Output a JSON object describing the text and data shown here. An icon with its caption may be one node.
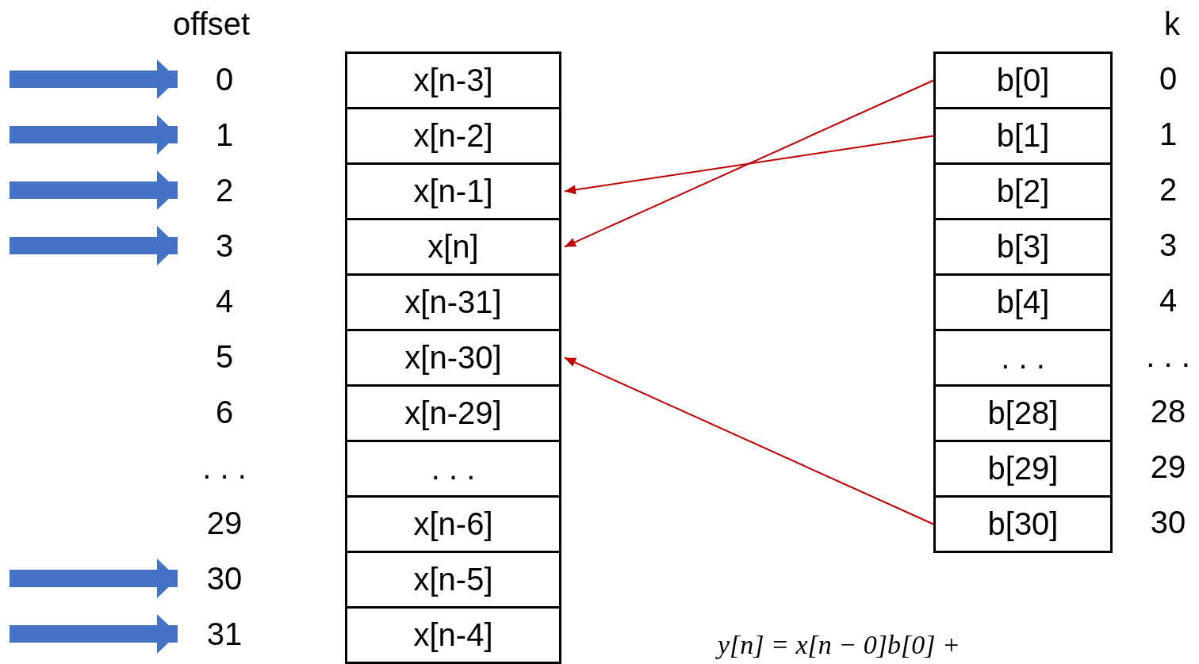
{
  "diagram": {
    "nodes": [
      {
        "text": [
          "0"
        ]
      },
      {
        "text": [
          "1"
        ]
      },
      {
        "text": [
          "2"
        ]
      },
      {
        "text": [
          "3"
        ]
      },
      {
        "text": [
          "4"
        ]
      },
      {
        "text": [
          "5"
        ]
      },
      {
        "text": [
          "6"
        ]
      },
      {
        "text": [
          ". . ."
        ]
      },
      {
        "text": [
          "29"
        ]
      },
      {
        "text": [
          "30"
        ]
      },
      {
        "text": [
          "31"
        ]
      },
      {
        "text": [
          "x[n-3]"
        ]
      },
      {
        "text": [
          "x[n-2]"
        ]
      },
      {
        "text": [
          "x[n-1]"
        ]
      },
      {
        "text": [
          "x[n]"
        ]
      },
      {
        "text": [
          "x[n-31]"
        ]
      },
      {
        "text": [
          "x[n-30]"
        ]
      },
      {
        "text": [
          "x[n-29]"
        ]
      },
      {
        "text": [
          ". . ."
        ]
      },
      {
        "text": [
          "x[n-6]"
        ]
      },
      {
        "text": [
          "x[n-5]"
        ]
      },
      {
        "text": [
          "x[n-4]"
        ]
      },
      {
        "text": [
          "b[0]"
        ]
      },
      {
        "text": [
          "b[1]"
        ]
      },
      {
        "text": [
          "b[2]"
        ]
      },
      {
        "text": [
          "b[3]"
        ]
      },
      {
        "text": [
          "b[4]"
        ]
      },
      {
        "text": [
          ". . ."
        ]
      },
      {
        "text": [
          "b[28]"
        ]
      },
      {
        "text": [
          "b[29]"
        ]
      },
      {
        "text": [
          "b[30]"
        ]
      }
    ],
    "edges": [
      {
        "from": null,
        "to": 0,
        "arrow": "to"
      },
      {
        "from": null,
        "to": 1,
        "arrow": "to"
      },
      {
        "from": null,
        "to": 2,
        "arrow": "to"
      },
      {
        "from": null,
        "to": 3,
        "arrow": "to"
      },
      {
        "from": null,
        "to": 9,
        "arrow": "to"
      },
      {
        "from": null,
        "to": 10,
        "arrow": "to"
      },
      {
        "from": 22,
        "to": 14,
        "arrow": "to",
        "color": "#c00000"
      },
      {
        "from": 23,
        "to": 13,
        "arrow": "to",
        "color": "#c00000"
      },
      {
        "from": 30,
        "to": 16,
        "arrow": "to",
        "color": "#c00000"
      }
    ],
    "labels": [
      "offset",
      "k",
      "0",
      "1",
      "2",
      "3",
      "4",
      ". . .",
      "28",
      "29",
      "30",
      "y[n] = x[n − 0]b[0] +"
    ]
  }
}
